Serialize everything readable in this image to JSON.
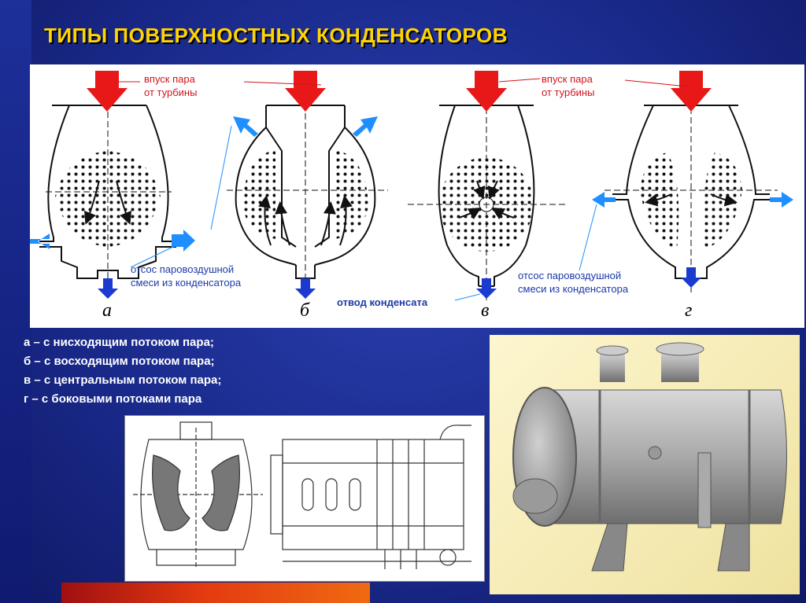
{
  "title": "ТИПЫ ПОВЕРХНОСТНЫХ КОНДЕНСАТОРОВ",
  "diagram": {
    "labels": {
      "steam_inlet_1": [
        "впуск пара",
        "от турбины"
      ],
      "steam_inlet_2": [
        "впуск пара",
        "от турбины"
      ],
      "air_suction_1": [
        "отсос паровоздушной",
        "смеси из конденсатора"
      ],
      "air_suction_2": [
        "отсос паровоздушной",
        "смеси из конденсатора"
      ],
      "condensate_drain": "отвод конденсата"
    },
    "letters": [
      "а",
      "б",
      "в",
      "г"
    ]
  },
  "legend": [
    "а – с нисходящим потоком пара;",
    "б – с восходящим потоком пара;",
    "в – с центральным потоком пара;",
    "г  – с боковыми потоками пара"
  ],
  "colors": {
    "background": "#1a2a8c",
    "title": "#ffd400",
    "steam_arrow": "#e81818",
    "air_arrow": "#1f8fff",
    "condensate_arrow": "#1a3ad0",
    "label_red": "#d4141a",
    "label_blue": "#1c3aa8",
    "bottom_bar": "#e23a10"
  }
}
